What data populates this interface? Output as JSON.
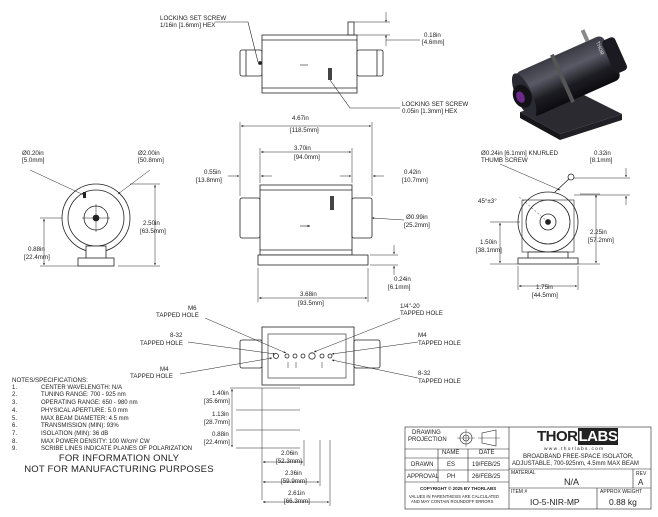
{
  "views": {
    "top": {
      "labels": {
        "locking_screw_1": [
          "LOCKING SET SCREW",
          "1/16in [1.6mm] HEX"
        ],
        "dim_height": [
          "0.18in",
          "[4.6mm]"
        ],
        "locking_screw_2": [
          "LOCKING SET SCREW",
          "0.05in [1.3mm] HEX"
        ]
      }
    },
    "left": {
      "labels": {
        "dia_small": [
          "Ø0.20in",
          "[5.0mm]"
        ],
        "dia_large": [
          "Ø2.00in",
          "[50.8mm]"
        ],
        "height": [
          "2.50in",
          "[63.5mm]"
        ],
        "base": [
          "0.88in",
          "[22.4mm]"
        ]
      }
    },
    "front": {
      "labels": {
        "overall_length": [
          "4.67in",
          "[118.5mm]"
        ],
        "body_length": [
          "3.70in",
          "[94.0mm]"
        ],
        "left_offset": [
          "0.55in",
          "[13.8mm]"
        ],
        "right_offset": [
          "0.42in",
          "[10.7mm]"
        ],
        "aperture": [
          "Ø0.99in",
          "[25.2mm]"
        ],
        "base_height": [
          "0.24in",
          "[6.1mm]"
        ],
        "base_length": [
          "3.68in",
          "[93.5mm]"
        ]
      }
    },
    "right": {
      "labels": {
        "knurled": [
          "Ø0.24in [6.1mm] KNURLED",
          "THUMB SCREW"
        ],
        "angle": "45°±3°",
        "screw_h": [
          "0.32in",
          "[8.1mm]"
        ],
        "height": [
          "2.25in",
          "[57.2mm]"
        ],
        "axis": [
          "1.50in",
          "[38.1mm]"
        ],
        "width": [
          "1.75in",
          "[44.5mm]"
        ]
      }
    },
    "bottom": {
      "labels": {
        "m6": [
          "M6",
          "TAPPED HOLE"
        ],
        "n832_top": [
          "8-32",
          "TAPPED HOLE"
        ],
        "m4_left": [
          "M4",
          "TAPPED HOLE"
        ],
        "quarter20": [
          "1/4\"-20",
          "TAPPED HOLE"
        ],
        "m4_right": [
          "M4",
          "TAPPED HOLE"
        ],
        "n832_right": [
          "8-32",
          "TAPPED HOLE"
        ],
        "d140": [
          "1.40in",
          "[35.6mm]"
        ],
        "d113": [
          "1.13in",
          "[28.7mm]"
        ],
        "d088": [
          "0.88in",
          "[22.4mm]"
        ],
        "d206": [
          "2.06in",
          "[52.3mm]"
        ],
        "d236": [
          "2.36in",
          "[59.9mm]"
        ],
        "d261": [
          "2.61in",
          "[66.3mm]"
        ]
      }
    }
  },
  "notes": {
    "title": "NOTES/SPECIFICATIONS:",
    "items": [
      {
        "num": "1.",
        "text": "CENTER WAVELENGTH: N/A"
      },
      {
        "num": "2.",
        "text": "TUNING RANGE: 700 - 925 nm"
      },
      {
        "num": "3.",
        "text": "OPERATING RANGE: 650 - 980 nm"
      },
      {
        "num": "4.",
        "text": "PHYSICAL APERTURE: 5.0 mm"
      },
      {
        "num": "5.",
        "text": "MAX BEAM DIAMETER: 4.5 mm"
      },
      {
        "num": "6.",
        "text": "TRANSMISSION (MIN): 93%"
      },
      {
        "num": "7.",
        "text": "ISOLATION (MIN): 36 dB"
      },
      {
        "num": "8.",
        "text": "MAX POWER DENSITY: 100 W/cm² CW"
      },
      {
        "num": "9.",
        "text": "SCRIBE LINES INDICATE PLANES OF POLARIZATION"
      }
    ]
  },
  "disclaimer": [
    "FOR INFORMATION ONLY",
    "NOT FOR MANUFACTURING PURPOSES"
  ],
  "title_block": {
    "drawing_projection": [
      "DRAWING",
      "PROJECTION"
    ],
    "col_name": "NAME",
    "col_date": "DATE",
    "rows": [
      {
        "label": "DRAWN",
        "name": "ES",
        "date": "19/FEB/25"
      },
      {
        "label": "APPROVAL",
        "name": "PH",
        "date": "26/FEB/25"
      }
    ],
    "copyright": "COPYRIGHT © 2025 BY THORLABS",
    "values_note": [
      "VALUES IN PARENTHESIS ARE CALCULATED",
      "AND MAY CONTAIN ROUNDOFF ERRORS"
    ],
    "logo_thor": "THOR",
    "logo_labs": "LABS",
    "website": "w w w . t h o r l a b s . c o m",
    "description": [
      "BROADBAND FREE-SPACE ISOLATOR,",
      "ADJUSTABLE, 700-925nm, 4.5mm MAX BEAM"
    ],
    "material_label": "MATERIAL",
    "material_value": "N/A",
    "rev_label": "REV",
    "rev_value": "A",
    "item_label": "ITEM #",
    "item_value": "IO-5-NIR-MP",
    "weight_label": "APPROX WEIGHT",
    "weight_value": "0.88 kg"
  },
  "colors": {
    "line": "#222222",
    "fill": "#ffffff",
    "iso_dark": "#1e1e24",
    "iso_mid": "#4a4a55",
    "accent": "#7a2a9a"
  }
}
